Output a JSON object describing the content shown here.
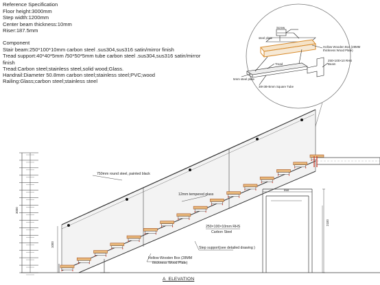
{
  "reference": {
    "heading": "Reference Specification",
    "lines": [
      "Floor height:3000mm",
      "Step width:1200mm",
      "Center beam thickness:10mm",
      "Riser:187.5mm"
    ]
  },
  "component": {
    "heading": "Component",
    "lines": [
      "Stair beam:250*100*10mm carbon steel .sus304,sus316 satin/mirror finish",
      "Tread support:40*40*5mm /50*50*5mm tube carbon steel .sus304,sus316 satin/mirror finish",
      "Tread:Carbon steel;stainless steel,solid wood;Glass.",
      "Handrail:Diameter 50.8mm carbon steel;stainless steel;PVC;wood",
      "Railing:Glass;carbon steel;stainless steel"
    ]
  },
  "detail_labels": {
    "screw": "Screw",
    "steel_plate_top": "steel plate",
    "box": "Hollow Wooden Box (28MM thickness Wood Plate)",
    "rhs": "250×100×10 RHS Beam",
    "tread": "Tread",
    "steel_plate_left": "5mm steel plate",
    "tube": "38×38×5mm Square Tube"
  },
  "elevation_labels": {
    "round_steel": "750mm round steel, painted black",
    "glass": "12mm tempered glass",
    "rhs_beam": "250×100×10mm RHS",
    "carbon": "Carbon Steel",
    "step_support": "Step support(see detailed drawing )",
    "wood_box": "Hollow Wooden Box (28MM",
    "wood_box2": "thickness Wood Plate)",
    "door_width": "850",
    "door_height": "2100",
    "left_dim": "3000",
    "left_dim2": "1000"
  },
  "title": "A_ELEVATION"
}
